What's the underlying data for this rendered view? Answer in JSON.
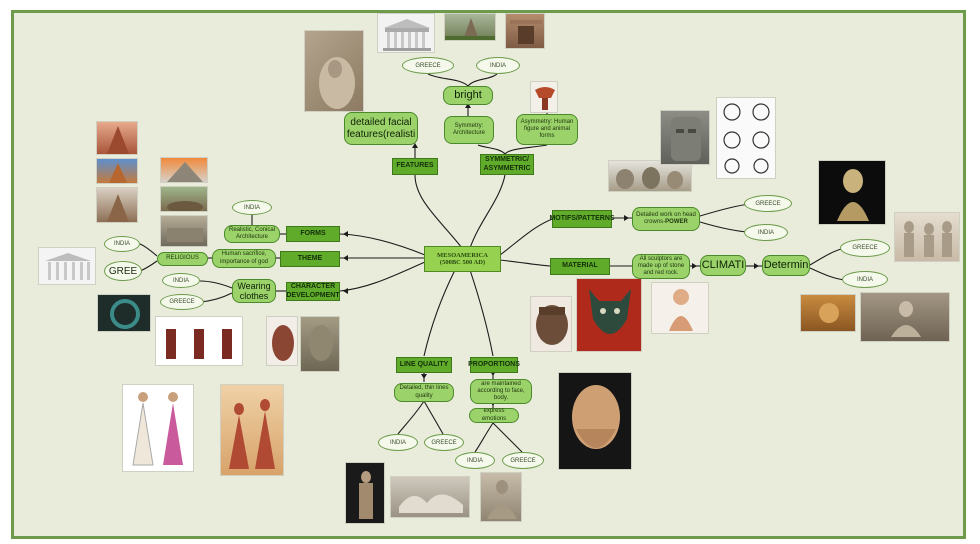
{
  "colors": {
    "frame_border": "#6e9a4c",
    "background": "#e9ecdb",
    "node_box": "#61ab2a",
    "note_fill": "#9bd36a",
    "center_fill": "#96d24f",
    "pill_fill": "#f5f9ec"
  },
  "center": {
    "line1": "MESOAMERICA",
    "line2": "(500BC 500 AD)"
  },
  "nodes": {
    "features": "FEATURES",
    "symmetric_1": "SYMMETRIC/",
    "symmetric_2": "ASYMMETRIC",
    "motifs": "MOTIFS/PATTERNS",
    "material": "MATERIAL",
    "forms": "FORMS",
    "theme": "THEME",
    "character_1": "CHARACTER",
    "character_2": "DEVELOPMENT",
    "line_quality": "LINE QUALITY",
    "proportions": "PROPORTIONS"
  },
  "notes": {
    "facial_1": "detailed facial",
    "facial_2": "features(realisti",
    "bright": "bright",
    "sym_arch_1": "Symmetry:",
    "sym_arch_2": "Architecture",
    "asym_1": "Asymmetry: Human",
    "asym_2": "figure and animal",
    "asym_3": "forms",
    "head_crowns_1": "Detailed work on head",
    "head_crowns_2": "crowns-",
    "head_crowns_3": "POWER",
    "sculptors_1": "All sculptors are",
    "sculptors_2": "made up of stone",
    "sculptors_3": "and red rock.",
    "climate": "CLIMATI",
    "determin": "Determin",
    "conical_1": "Realistic, Conical",
    "conical_2": "Architecture",
    "sacrifice_1": "Human sacrifice,",
    "sacrifice_2": "importance of god",
    "religious": "RELIGIOUS",
    "wearing_1": "Wearing",
    "wearing_2": "clothes",
    "thin_lines_1": "Detailed, thin lines",
    "thin_lines_2": "quality",
    "proportion_note_1": "are maintained",
    "proportion_note_2": "according to face,",
    "proportion_note_3": "body.",
    "emotions": "express emotions"
  },
  "pills": {
    "greece_top": "GREECE",
    "india_top": "INDIA",
    "greece_motif": "GREECE",
    "india_motif": "INDIA",
    "greece_material": "GREECE",
    "india_material": "INDIA",
    "india_forms": "INDIA",
    "india_religious": "INDIA",
    "gree_religious": "GREE",
    "india_wearing": "INDIA",
    "greece_wearing": "GREECE",
    "india_line": "INDIA",
    "greece_line": "GREECE",
    "india_prop": "INDIA",
    "greece_prop": "GREECE"
  }
}
